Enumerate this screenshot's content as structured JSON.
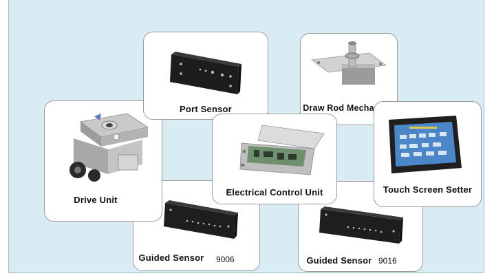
{
  "cards": {
    "port_sensor": {
      "label": "Port Sensor"
    },
    "draw_rod": {
      "label": "Draw Rod Mechanism"
    },
    "drive_unit": {
      "label": "Drive Unit"
    },
    "electrical": {
      "label": "Electrical Control Unit"
    },
    "touch_screen": {
      "label": "Touch Screen Setter"
    },
    "guided_1": {
      "label": "Guided Sensor",
      "code": "9006"
    },
    "guided_2": {
      "label": "Guided Sensor",
      "code": "9016"
    }
  },
  "icons": [
    "port-sensor-image",
    "draw-rod-image",
    "drive-unit-image",
    "control-unit-image",
    "touch-screen-image",
    "guided-sensor-image"
  ]
}
